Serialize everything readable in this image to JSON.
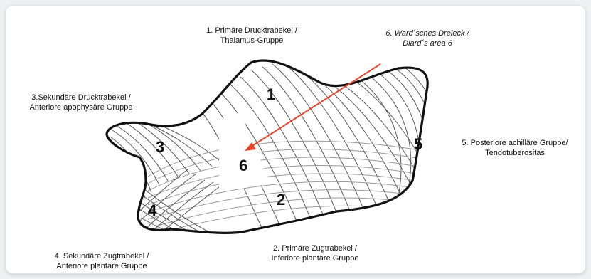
{
  "labels": {
    "group1": {
      "line1": "1. Primäre Drucktrabekel /",
      "line2": "Thalamus-Gruppe"
    },
    "ward": {
      "line1": "6. Ward´sches Dreieck /",
      "line2": "Diard´s area 6"
    },
    "group3": {
      "line1": "3.Sekundäre Drucktrabekel /",
      "line2": "Anteriore apophysäre Gruppe"
    },
    "group5": {
      "line1": "5. Posteriore achilläre Gruppe/",
      "line2": "Tendotuberositas"
    },
    "group4": {
      "line1": "4. Sekundäre Zugtrabekel /",
      "line2": "Anteriore plantare Gruppe"
    },
    "group2": {
      "line1": "2. Primäre Zugtrabekel /",
      "line2": "Inferiore plantare Gruppe"
    }
  },
  "numbers": {
    "n1": "1",
    "n2": "2",
    "n3": "3",
    "n4": "4",
    "n5": "5",
    "n6": "6"
  },
  "colors": {
    "arrow": "#e8452c",
    "outline": "#111111",
    "trabecula": "#555555",
    "trabecula_light": "#9a9a9a"
  }
}
